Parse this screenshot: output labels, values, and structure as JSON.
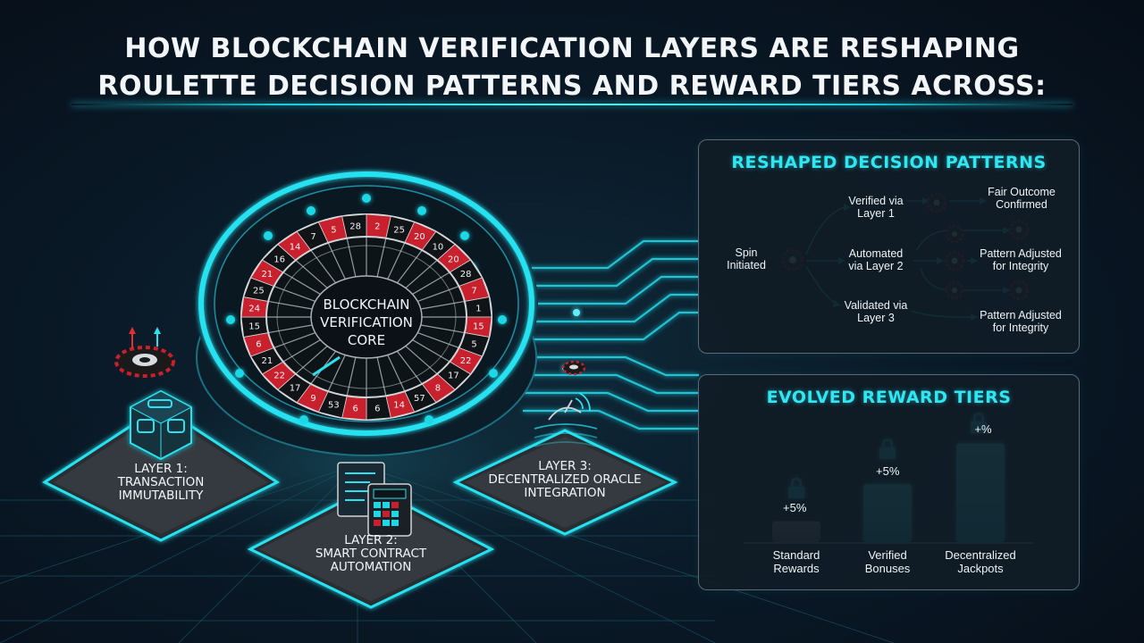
{
  "title": {
    "line1": "HOW BLOCKCHAIN VERIFICATION LAYERS ARE RESHAPING",
    "line2": "ROULETTE DECISION PATTERNS AND REWARD TIERS ACROSS:"
  },
  "core": {
    "line1": "BLOCKCHAIN",
    "line2": "VERIFICATION",
    "line3": "CORE"
  },
  "wheel_numbers": [
    "2",
    "25",
    "20",
    "10",
    "20",
    "28",
    "7",
    "1",
    "15",
    "5",
    "22",
    "17",
    "8",
    "57",
    "14",
    "6",
    "6",
    "53",
    "9",
    "17",
    "22",
    "21",
    "6",
    "15",
    "24",
    "25",
    "21",
    "16",
    "14",
    "7",
    "5",
    "28"
  ],
  "layers": [
    {
      "line1": "LAYER 1:",
      "line2": "TRANSACTION",
      "line3": "IMMUTABILITY"
    },
    {
      "line1": "LAYER 2:",
      "line2": "SMART CONTRACT",
      "line3": "AUTOMATION"
    },
    {
      "line1": "LAYER 3:",
      "line2": "DECENTRALIZED ORACLE",
      "line3": "INTEGRATION"
    }
  ],
  "decision_panel": {
    "title": "RESHAPED DECISION PATTERNS",
    "start": {
      "line1": "Spin",
      "line2": "Initiated"
    },
    "branches": [
      {
        "line1": "Verified via",
        "line2": "Layer 1"
      },
      {
        "line1": "Automated",
        "line2": "via Layer 2"
      },
      {
        "line1": "Validated via",
        "line2": "Layer 3"
      }
    ],
    "outcomes": [
      {
        "line1": "Fair Outcome",
        "line2": "Confirmed"
      },
      {
        "line1": "Pattern Adjusted",
        "line2": "for Integrity"
      },
      {
        "line1": "Pattern Adjusted",
        "line2": "for Integrity"
      }
    ]
  },
  "reward_panel": {
    "title": "EVOLVED REWARD TIERS",
    "tiers": [
      {
        "line1": "Standard",
        "line2": "Rewards",
        "badge": "+5%",
        "level": 0.18,
        "color": "#8a9094"
      },
      {
        "line1": "Verified",
        "line2": "Bonuses",
        "badge": "+5%",
        "level": 0.5,
        "color": "#1fd8e6"
      },
      {
        "line1": "Decentralized",
        "line2": "Jackpots",
        "badge": "+%",
        "level": 0.85,
        "color": "#2ef0f8"
      }
    ]
  },
  "colors": {
    "accent": "#2fe6f2",
    "red": "#c8202c",
    "panel_border": "#5b6a74"
  }
}
